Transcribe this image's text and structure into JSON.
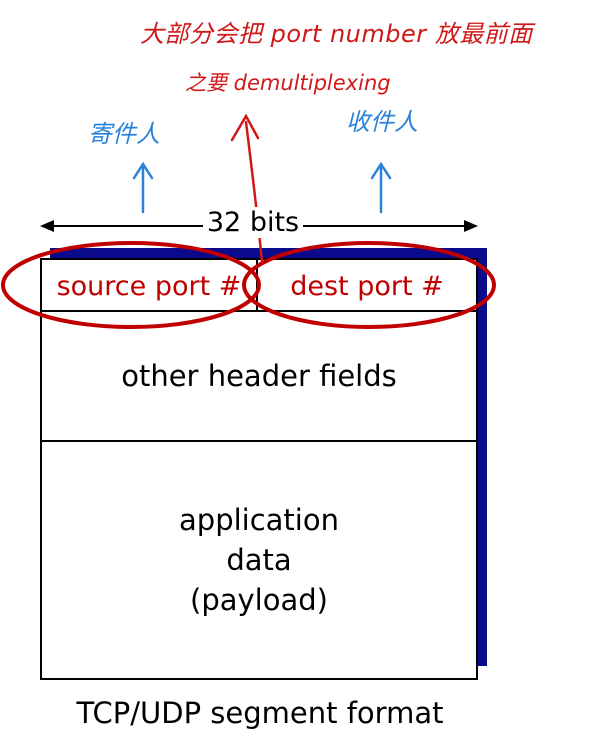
{
  "annotations": {
    "note_line1": "大部分会把 port number 放最前面",
    "note_line2": "之要 demultiplexing",
    "sender": "寄件人",
    "receiver": "收件人"
  },
  "segment": {
    "width_label": "32 bits",
    "source_port": "source port #",
    "dest_port": "dest port #",
    "other_header": "other header fields",
    "payload_line1": "application",
    "payload_line2": "data",
    "payload_line3": "(payload)"
  },
  "caption": "TCP/UDP segment format",
  "colors": {
    "handwriting_red": "#d01818",
    "handwriting_blue": "#2a82d8",
    "port_text": "#c00000",
    "ellipse": "#c00000",
    "shadow": "#0a0a8c"
  }
}
